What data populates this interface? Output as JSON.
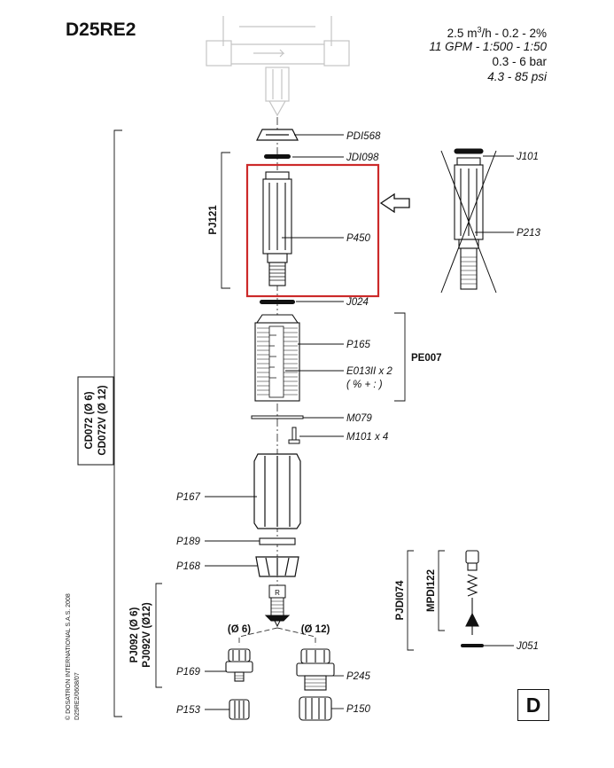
{
  "header": {
    "title": "D25RE2",
    "spec_lines": [
      "2.5 m3/h  -  0.2  -  2%",
      "11 GPM - 1:500 - 1:50",
      "0.3 -  6 bar",
      "4.3 - 85 psi"
    ]
  },
  "parts": {
    "pdi568": "PDI568",
    "jdi098": "JDI098",
    "p450": "P450",
    "j024": "J024",
    "p165": "P165",
    "e013": "E013II x 2",
    "e013_note": "( % + : )",
    "m079": "M079",
    "m101": "M101 x 4",
    "p167": "P167",
    "p189": "P189",
    "p168": "P168",
    "p169": "P169",
    "p245": "P245",
    "p153": "P153",
    "p150": "P150",
    "j101": "J101",
    "p213": "P213",
    "j051": "J051"
  },
  "groups": {
    "pj121": "PJ121",
    "pe007": "PE007",
    "cd072": "CD072 (Ø 6)",
    "cd072v": "CD072V (Ø 12)",
    "pj092": "PJ092 (Ø 6)",
    "pj092v": "PJ092V (Ø12)",
    "pjdi074": "PJDI074",
    "mpdi122": "MPDI122"
  },
  "diameters": {
    "d6": "(Ø 6)",
    "d12": "(Ø 12)"
  },
  "copyright": [
    "© DOSATRON INTERNATIONAL S.A.S. 2008",
    "D25RE2/0608/07"
  ],
  "badge": "D",
  "colors": {
    "highlight": "#cc2a2a",
    "ghost": "#c8c8c8",
    "line": "#111111"
  }
}
